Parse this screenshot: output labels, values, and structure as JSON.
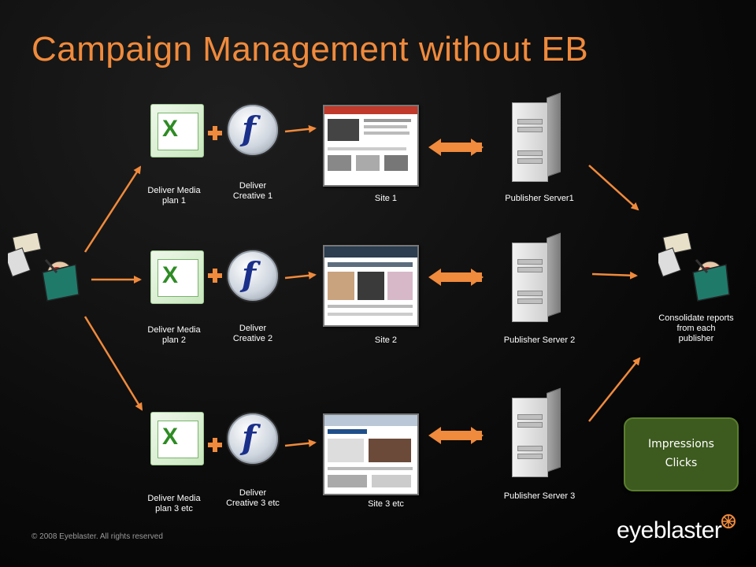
{
  "title": "Campaign Management without EB",
  "rows": [
    {
      "media_label": "Deliver Media plan 1",
      "creative_label": "Deliver Creative 1",
      "site_label": "Site 1",
      "server_label": "Publisher Server1"
    },
    {
      "media_label": "Deliver Media plan 2",
      "creative_label": "Deliver Creative 2",
      "site_label": "Site 2",
      "server_label": "Publisher Server 2"
    },
    {
      "media_label": "Deliver Media plan 3 etc",
      "creative_label": "Deliver Creative 3 etc",
      "site_label": "Site 3 etc",
      "server_label": "Publisher Server 3"
    }
  ],
  "consolidate_label": "Consolidate reports from each publisher",
  "impressions_box": {
    "line1": "Impressions",
    "line2": "Clicks"
  },
  "footer": {
    "copyright": "© 2008 Eyeblaster. All rights reserved",
    "logo_text": "eyeblaster"
  },
  "icons": {
    "media_plan": "excel-icon",
    "creative": "flash-icon",
    "site": "website-screenshot",
    "server": "server-tower-icon",
    "person": "person-at-desk-icon",
    "plus": "plus-icon"
  },
  "colors": {
    "title": "#f08a3c",
    "arrow": "#f08a3c",
    "box_bg": "#3d5a1f"
  }
}
